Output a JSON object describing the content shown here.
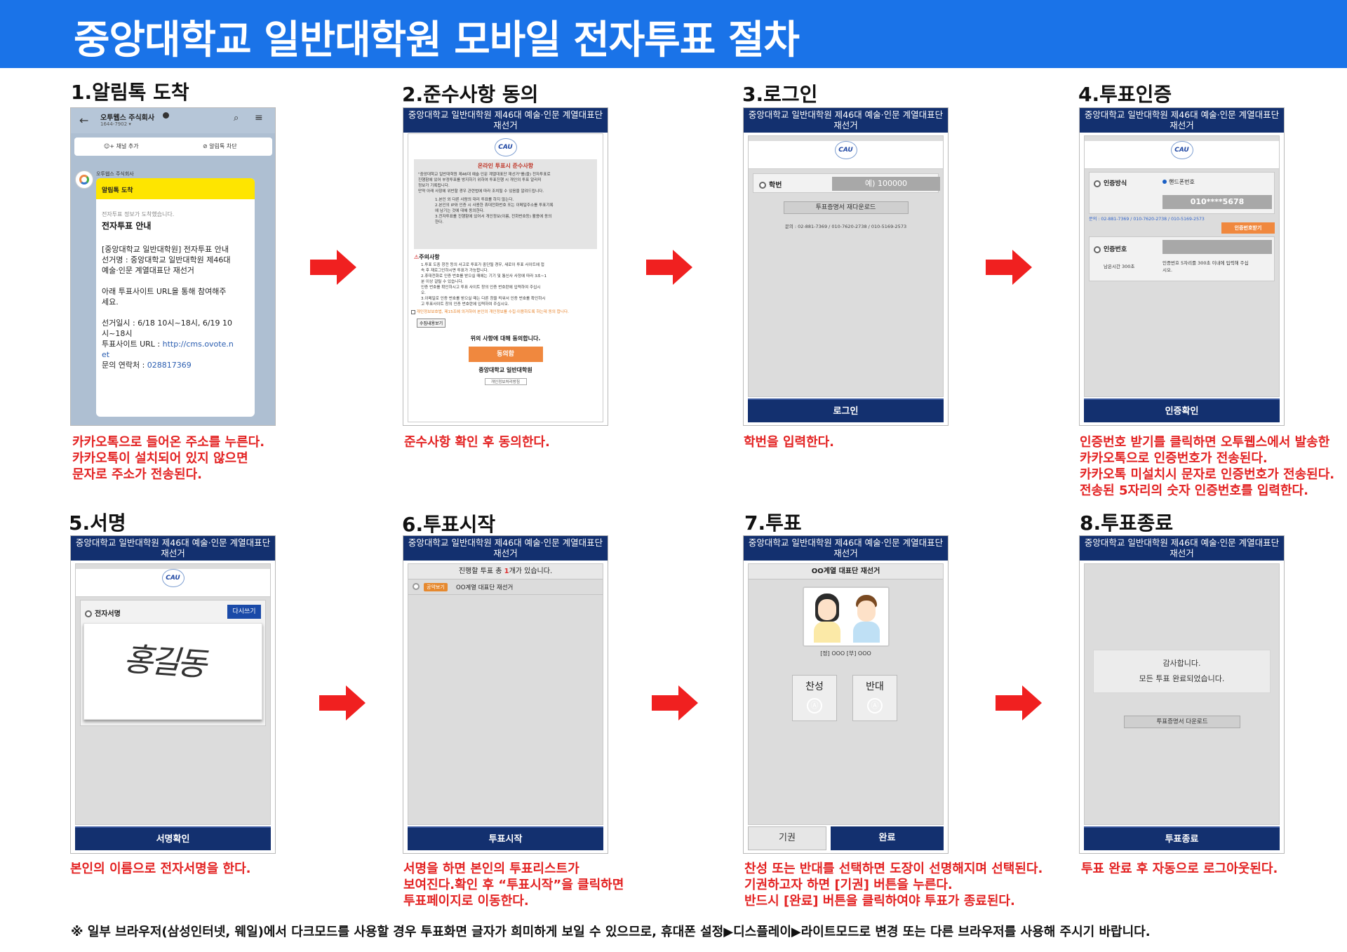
{
  "banner": {
    "title": "중앙대학교 일반대학원 모바일 전자투표 절차"
  },
  "vote_header": "중앙대학교 일반대학원 제46대 예술·인문 계열대표단 재선거",
  "logo_text": "CAU",
  "steps": [
    {
      "title": "1.알림톡 도착",
      "caption": [
        "카카오톡으로 들어온 주소를 누른다.",
        "카카오톡이 설치되어 있지 않으면",
        "문자로 주소가 전송된다."
      ]
    },
    {
      "title": "2.준수사항 동의",
      "caption": [
        "준수사항 확인 후 동의한다."
      ]
    },
    {
      "title": "3.로그인",
      "caption": [
        "학번을 입력한다."
      ]
    },
    {
      "title": "4.투표인증",
      "caption": [
        "인증번호 받기를 클릭하면 오투웹스에서 발송한",
        "카카오톡으로 인증번호가 전송된다.",
        "카카오톡 미설치시 문자로 인증번호가 전송된다.",
        "전송된 5자리의 숫자 인증번호를 입력한다."
      ]
    },
    {
      "title": "5.서명",
      "caption": [
        "본인의 이름으로 전자서명을 한다."
      ]
    },
    {
      "title": "6.투표시작",
      "caption": [
        "서명을 하면 본인의 투표리스트가",
        "보여진다.확인 후 “투표시작”을 클릭하면",
        "투표페이지로 이동한다."
      ]
    },
    {
      "title": "7.투표",
      "caption": [
        "찬성 또는 반대를 선택하면 도장이 선명해지며 선택된다.",
        "기권하고자 하면 [기권] 버튼을 누른다.",
        "반드시 [완료] 버튼을 클릭하여야 투표가 종료된다."
      ]
    },
    {
      "title": "8.투표종료",
      "caption": [
        "투표 완료 후 자동으로 로그아웃된다."
      ]
    }
  ],
  "kakao": {
    "sender": "오투웹스 주식회사",
    "sender_phone": "1644-7902 ▾",
    "channel_add": "채널 추가",
    "block": "알림톡 차단",
    "msg_from": "오투웹스 주식회사",
    "badge": "kakao",
    "bar": "알림톡 도착",
    "sub": "전자투표 정보가 도착했습니다.",
    "heading": "전자투표 안내",
    "body": [
      "[중앙대학교 일반대학원] 전자투표 안내",
      "선거명 : 중앙대학교 일반대학원 제46대",
      "예술·인문 계열대표단 재선거",
      "",
      "아래 투표사이트 URL을 통해 참여해주",
      "세요.",
      "",
      "선거일시 : 6/18 10시~18시, 6/19 10",
      "시~18시"
    ],
    "url_label": "투표사이트 URL : ",
    "url": "http://cms.ovote.n",
    "url2": "et",
    "contact_label": "문의 연락처 : ",
    "contact": "028817369"
  },
  "agree": {
    "box_title": "온라인 투표시 준수사항",
    "lines": [
      "\"중앙대학교 일반대학원 제46대 예술·인문 계열대표단 재선거\"를(을) 전자투표로",
      "진행함에 있어 부정투표를 방지하기 위하여 투표진행 시 개인의 투표 알리미",
      "정보가 기록됩니다.",
      "만약 아래 사항에 위반할 경우 관련법에 따라 조치될 수 있음을 알려드립니다.",
      "1.본인 외 다른 사람의 대리 투표를 하지 않는다.",
      "2.본인의 IP와 인증 시 사용한 휴대전화번호 또는 이메일주소를 투표기록",
      "에 남기는 것에 대해 동의한다.",
      "3.전자투표를 진행함에 있어서 개인정보(이름, 전화번호등) 활용에 동의",
      "한다."
    ],
    "caution_title": "주의사항",
    "caution": [
      "1.투표 도중 창전 등의 사고로 투표가 중단될 경우, 새로이 투표 사이트에 접",
      "속 후 재로그인하시면 투표가 가능합니다.",
      "2.휴대전화로 인증 번호를 받으실 때에는 기기 및 통신사 사정에 따라 3초~1",
      "분 이상 걸릴 수 있습니다.",
      "인증 번호를 확인하시고 투표 사이트 창의 인증 번호란에 입력하여 주십시",
      "오.",
      "3.이메일로 인증 번호를 받으실 때는 다른 창을 띄워서 인증 번호를 확인하시",
      "고 투표사이트 창의 인증 번호란에 입력하여 주십시오."
    ],
    "privacy": "개인정보보호법, 제15조에 의거하여 본인의 개인정보를 수집·이용하도록 하는데 동의 합니다.",
    "privacy_btn": "수집내용보기",
    "agree_text": "위의 사항에 대해 동의합니다.",
    "agree_btn": "동의함",
    "org": "중앙대학교 일반대학원",
    "policy": "개인정보처리방침"
  },
  "login": {
    "label": "학번",
    "placeholder": "예) 100000",
    "reissue": "투표증명서 재다운로드",
    "contact": "문의 : 02-881-7369 / 010-7620-2738 / 010-5169-2573",
    "btn": "로그인"
  },
  "auth": {
    "method_label": "인증방식",
    "method_value": "핸드폰번호",
    "phone": "010****5678",
    "contact": "문의 : 02-881-7369 / 010-7620-2738 / 010-5169-2573",
    "get_code": "인증번호받기",
    "code_label": "인증번호",
    "time_left": "남은시간 300초",
    "time_note": [
      "인증번호 5자리를 300초 이내에 입력해 주십",
      "시오."
    ],
    "btn": "인증확인"
  },
  "sign": {
    "label": "전자서명",
    "rewrite": "다시쓰기",
    "signature": "홍길동",
    "btn": "서명확인"
  },
  "start": {
    "summary_pre": "진행할 투표 총 ",
    "summary_num": "1",
    "summary_post": "개가 있습니다.",
    "badge": "공약보기",
    "item": "OO계열 대표단 재선거",
    "btn": "투표시작"
  },
  "vote": {
    "title": "OO계열 대표단 재선거",
    "candidates": "[정] OOO [부] OOO",
    "yes": "찬성",
    "no": "반대",
    "abstain": "기권",
    "done": "완료"
  },
  "end": {
    "line1": "감사합니다.",
    "line2": "모든 투표 완료되었습니다.",
    "download": "투표증명서 다운로드",
    "btn": "투표종료"
  },
  "footnote": "※ 일부 브라우저(삼성인터넷, 웨일)에서 다크모드를 사용할 경우 투표화면 글자가 희미하게 보일 수 있으므로, 휴대폰 설정▶디스플레이▶라이트모드로 변경 또는 다른 브라우저를 사용해 주시기 바랍니다.",
  "colors": {
    "banner": "#1a73e8",
    "vote_header": "#13306f",
    "caption": "#e32222",
    "arrow": "#f02020",
    "orange": "#f0883e",
    "kakao_yellow": "#fee500"
  }
}
